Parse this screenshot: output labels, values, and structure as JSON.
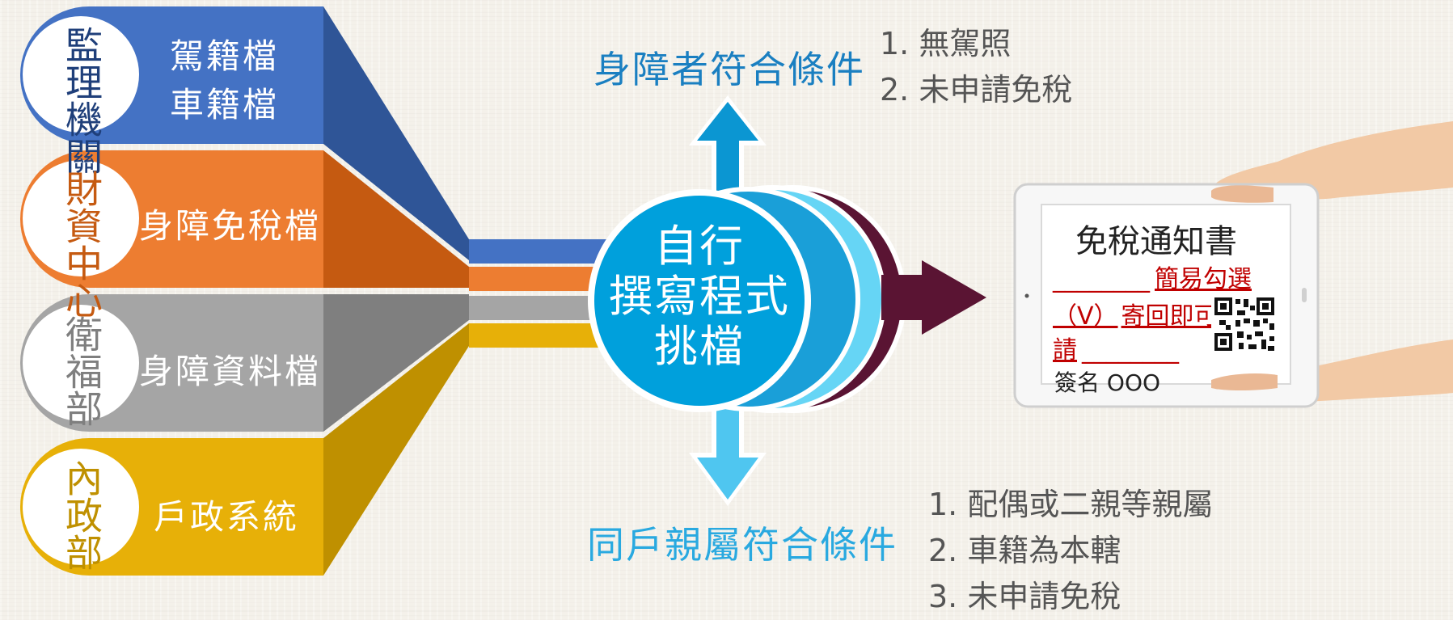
{
  "sources": [
    {
      "agency": "監理機關",
      "files": [
        "駕籍檔",
        "車籍檔"
      ],
      "color": "#4472c4",
      "dark": "#2f5597",
      "agency_color": "#1f3f7a"
    },
    {
      "agency": "財資中心",
      "files": [
        "身障免稅檔"
      ],
      "color": "#ed7d31",
      "dark": "#c55a11",
      "agency_color": "#c55a11"
    },
    {
      "agency": "衛福部",
      "files": [
        "身障資料檔"
      ],
      "color": "#a5a5a5",
      "dark": "#7f7f7f",
      "agency_color": "#7f7f7f"
    },
    {
      "agency": "內政部",
      "files": [
        "戶政系統"
      ],
      "color": "#e7b008",
      "dark": "#bf9000",
      "agency_color": "#bf9000"
    }
  ],
  "center": {
    "line1": "自行",
    "line2": "撰寫程式",
    "line3": "挑檔",
    "color": "#00a0dc"
  },
  "conditions_top": {
    "title": "身障者符合條件",
    "color": "#1a7fc1",
    "items": [
      "1. 無駕照",
      "2. 未申請免稅"
    ]
  },
  "conditions_bottom": {
    "title": "同戶親屬符合條件",
    "color": "#29a9e0",
    "items": [
      "1. 配偶或二親等親屬",
      "2. 車籍為本轄",
      "3. 未申請免稅"
    ]
  },
  "notice": {
    "title": "免稅通知書",
    "line1_blank": "________",
    "line1_link": "簡易勾選",
    "line2_check": "（V）",
    "line2_link": "寄回即可申",
    "line3_link": "請",
    "line3_blank": "________",
    "sign": "簽名 OOO",
    "accent": "#c00000"
  },
  "colors": {
    "arrow_up": "#0b96d2",
    "arrow_down": "#4fc6f0",
    "arrow_right": "#5a1433"
  }
}
